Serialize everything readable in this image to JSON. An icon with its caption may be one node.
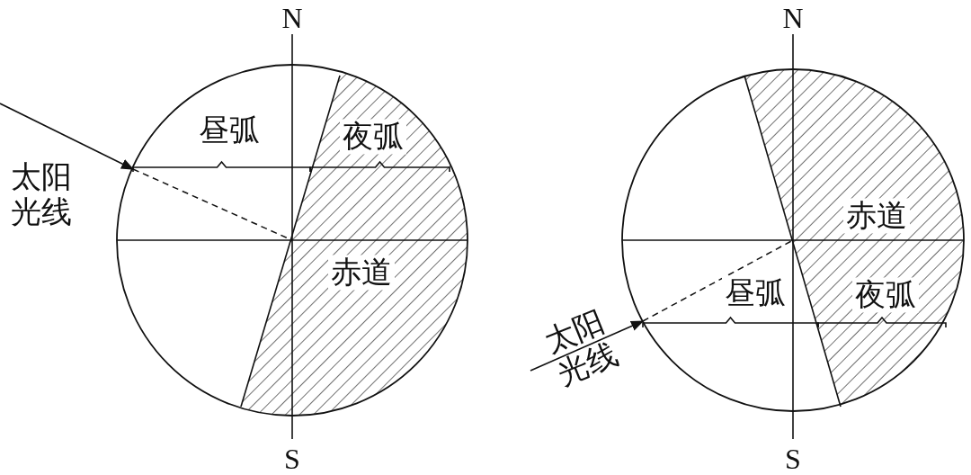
{
  "diagram": {
    "nodes": [
      {
        "text": [],
        "shape": "circle"
      },
      {
        "text": [],
        "shape": "circle"
      }
    ],
    "labels": [
      "N",
      "昼弧",
      "夜弧",
      "太阳光线",
      "赤道",
      "S",
      "N",
      "赤道",
      "昼弧",
      "夜弧",
      "太阳光线",
      "S"
    ]
  }
}
